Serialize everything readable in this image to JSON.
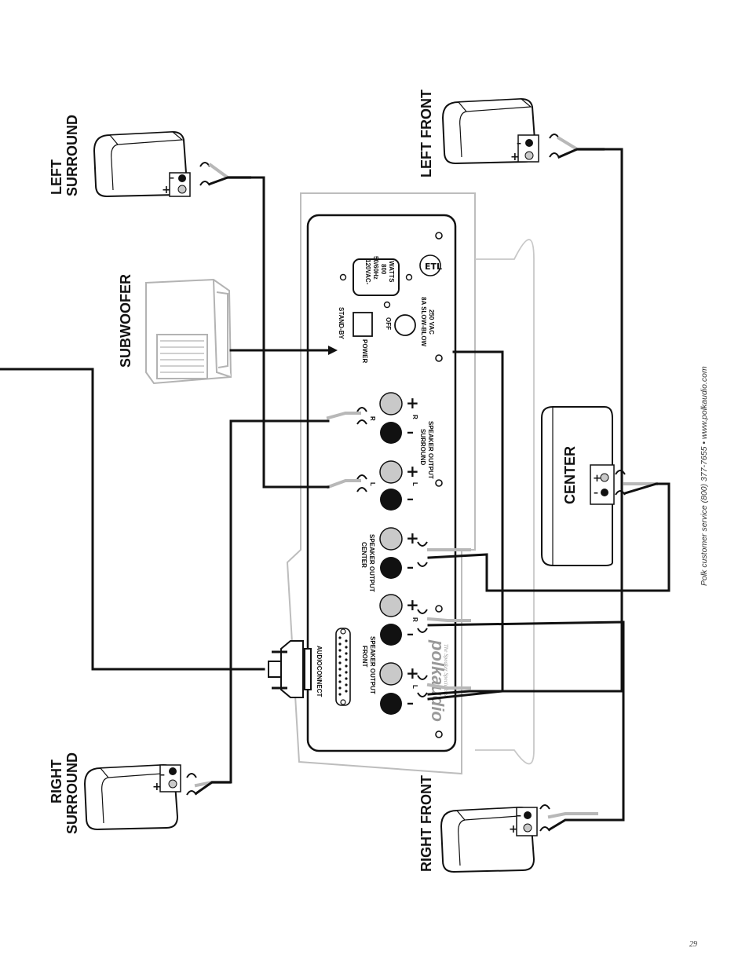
{
  "labels": {
    "left_surround_1": "LEFT",
    "left_surround_2": "SURROUND",
    "subwoofer": "SUBWOOFER",
    "right_surround_1": "RIGHT",
    "right_surround_2": "SURROUND",
    "left_front": "LEFT FRONT",
    "right_front": "RIGHT FRONT",
    "center": "CENTER"
  },
  "panel": {
    "voltage_1": "120VAC-",
    "voltage_2": "50/60Hz",
    "voltage_3": "800",
    "voltage_4": "WATTS",
    "standby": "STAND-BY",
    "power": "POWER",
    "off": "OFF",
    "fuse_1": "8A SLOW-BLOW",
    "fuse_2": "250 VAC",
    "surround_out_1": "SURROUND",
    "surround_out_2": "SPEAKER OUTPUT",
    "center_out_1": "CENTER",
    "center_out_2": "SPEAKER OUTPUT",
    "front_out_1": "FRONT",
    "front_out_2": "SPEAKER OUTPUT",
    "ch_left": "L",
    "ch_right": "R",
    "plus": "+",
    "minus": "–",
    "brand": "polkaudio",
    "tagline": "The Speaker Specialists",
    "audio_connect": "AUDIOCONNECT"
  },
  "footer": {
    "service": "Polk customer service (800) 377-7655 • www.polkaudio.com",
    "page_number": "29"
  }
}
